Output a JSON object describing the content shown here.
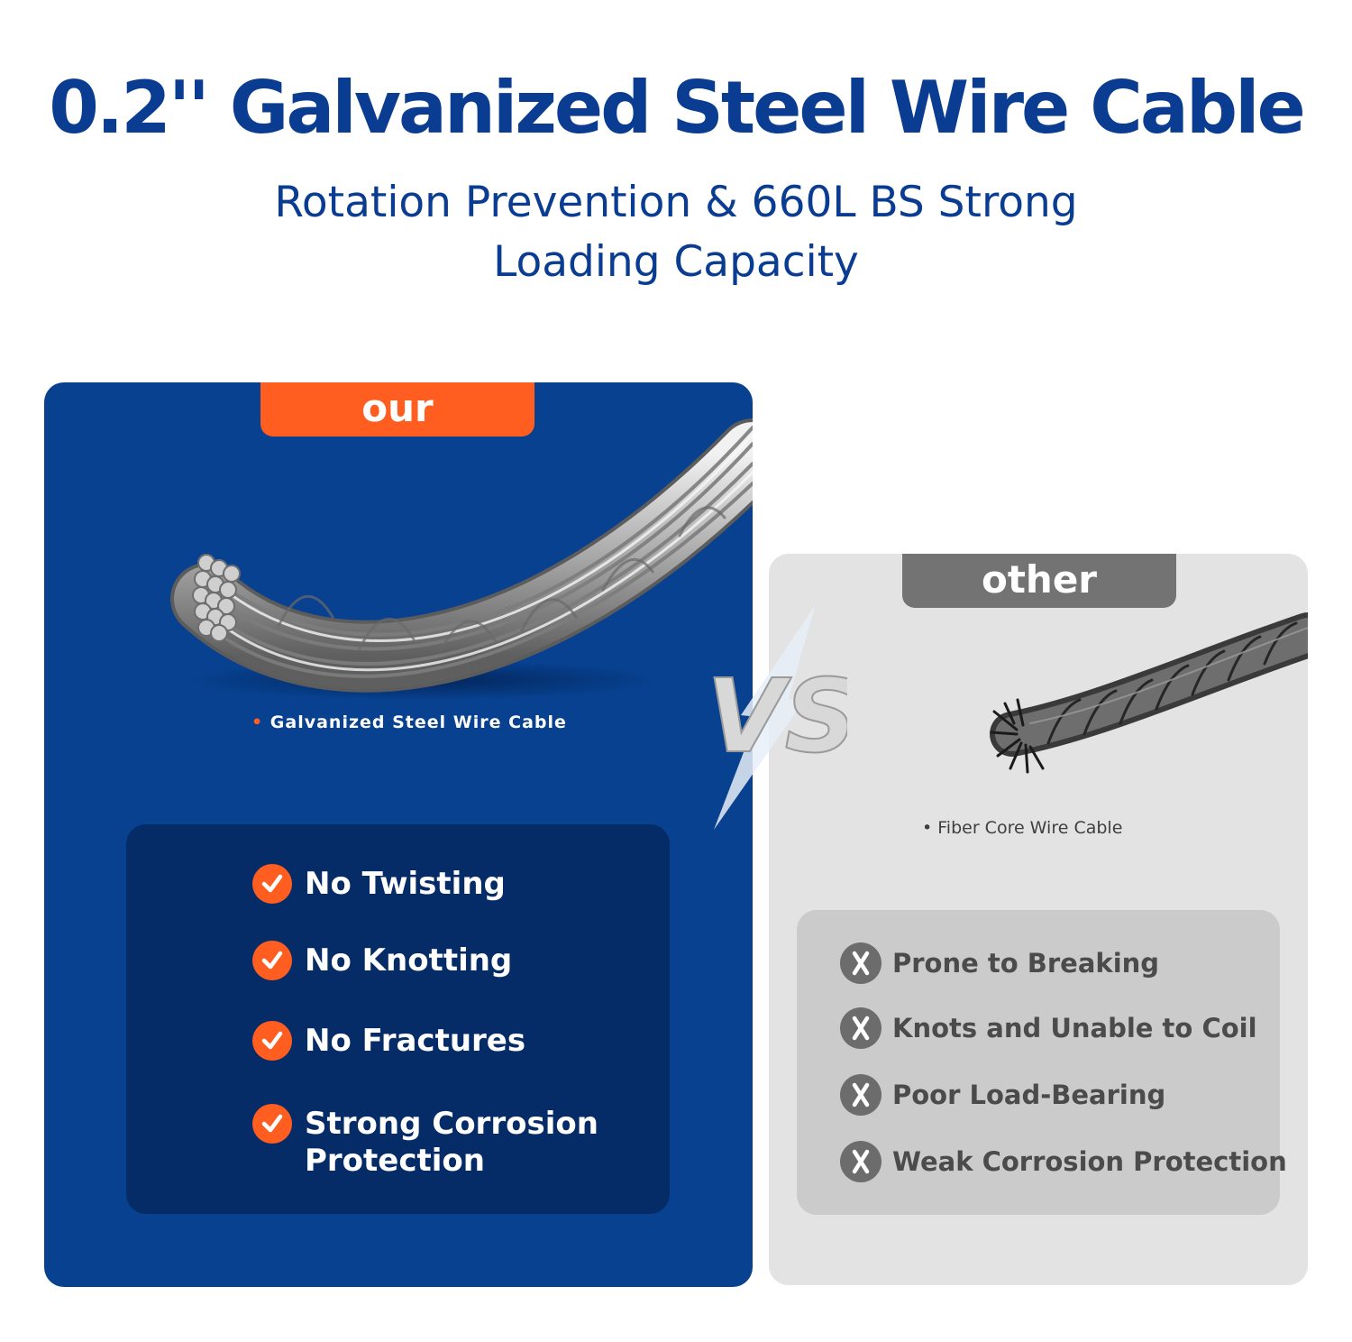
{
  "header": {
    "title": "0.2'' Galvanized Steel Wire Cable",
    "subtitle_line1": "Rotation Prevention & 660L BS Strong",
    "subtitle_line2": "Loading Capacity"
  },
  "ours": {
    "tag": "our",
    "caption_bullet": "•",
    "caption": "Galvanized  Steel  Wire  Cable",
    "benefits": [
      {
        "line1": "No Twisting",
        "line2": ""
      },
      {
        "line1": "No Knotting",
        "line2": ""
      },
      {
        "line1": "No Fractures",
        "line2": ""
      },
      {
        "line1": "Strong Corrosion",
        "line2": "Protection"
      }
    ]
  },
  "versus": {
    "label": "VS"
  },
  "other": {
    "tag": "other",
    "caption": "• Fiber Core Wire Cable",
    "drawbacks": [
      "Prone to Breaking",
      "Knots and Unable to Coil",
      "Poor Load-Bearing",
      "Weak Corrosion Protection"
    ]
  },
  "colors": {
    "brand_blue": "#0a3d91",
    "card_blue": "#07418f",
    "panel_blue": "#062c67",
    "accent_orange": "#ff5e20",
    "card_gray": "#e3e3e3",
    "panel_gray": "#cbcbcb",
    "tag_gray": "#737373"
  }
}
